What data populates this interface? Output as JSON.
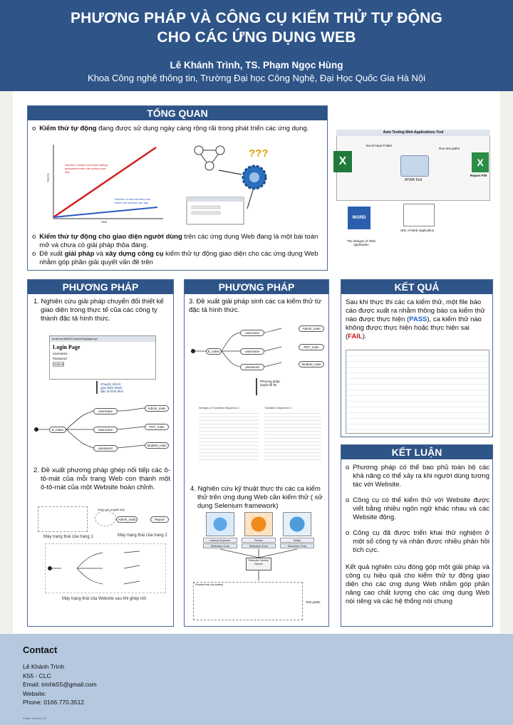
{
  "header": {
    "title_line1": "PHƯƠNG PHÁP VÀ CÔNG CỤ KIỂM THỬ TỰ ĐỘNG",
    "title_line2": "CHO CÁC ỨNG DỤNG WEB",
    "authors": "Lê Khánh Trình, TS. Phạm Ngọc Hùng",
    "affiliation": "Khoa Công nghệ thông tin, Trường Đại học Công Nghệ, Đại Học Quốc Gia Hà Nội"
  },
  "overview": {
    "heading": "TỔNG QUAN",
    "bullet1_bold": "Kiểm thử tự động",
    "bullet1_rest": " đang được sử dụng ngày càng rộng rãi trong phát triển các ứng dụng.",
    "bullet2_bold": "Kiểm thử tự động cho giao diện người dùng",
    "bullet2_rest": " trên các ứng dụng Web đang là một bài toán mở và chưa có giải pháp thỏa đáng.",
    "bullet3_pre": "Đề xuất ",
    "bullet3_b1": "giải pháp",
    "bullet3_mid": " và ",
    "bullet3_b2": "xây dựng công cụ",
    "bullet3_rest": " kiểm thử tự động giao diện cho các ứng dụng Web nhằm góp phần giải quyết vấn đề trên",
    "fig_left": {
      "y_label": "TESTS",
      "x_label": "TIME",
      "red_note": "Number of tests one tester writing automated tests can perform per day",
      "blue_note": "Number of manual tests one tester can perform per day"
    },
    "fig_mid": {
      "qmarks": "???"
    },
    "fig_right": {
      "title": "Auto Testing Web Applications Tool",
      "excel_label": "Excel Input Folder",
      "tool_label": "ATWA Tool",
      "run_label": "Run test paths",
      "report_label": "Report File",
      "designs_label": "The designs of Web application",
      "url_label": "URL of Web Application",
      "word_label": "WORD"
    }
  },
  "method1": {
    "heading": "PHƯƠNG PHÁP",
    "item1": "1. Nghiên cứu giải pháp chuyển đổi thiết kế giao diện trong thực tế của các công ty thành đặc tả hình thức.",
    "login_url": "localhost:8080/ContactHrngAgency/",
    "login_title": "Login Page",
    "login_user": "Username",
    "login_pass": "Password",
    "login_submit": "Submit",
    "convert_note": "Chuyển đổi từ giao diện thành đặc tả hình thức",
    "item2": "2. Đề xuất phương pháp ghép nối tiếp các ô-tô-mát của mỗi trang Web con thành một ô-tô-mát của một Website hoàn chỉnh.",
    "cap_page1": "Máy trạng thái của trang 1",
    "cap_page2": "Máy trạng thái của trang 2",
    "cap_join": "Máy trạng thái của Website sau khi ghép nối",
    "join_note": "Ghép nối chuyển tiếp",
    "report_node": "Report"
  },
  "method2": {
    "heading": "PHƯƠNG PHÁP",
    "item3": "3. Đề xuất giải pháp sinh các ca kiểm thử từ đặc tả hình thức.",
    "gen_note": "Phương pháp duyệt đồ thị",
    "seq_label_a": "Sentaps of Transition Sequence 1",
    "seq_label_b": "Transition Sequence 2",
    "item4": "4. Nghiên cứu kỹ thuật thực thi các ca kiểm thử trên ứng dụng Web cần kiểm thử ( sử dụng Selenium framework)",
    "browser_ie": "Internet Explorer",
    "browser_ff": "Firefox",
    "browser_sf": "Safari",
    "selenium_core": "Selenium Core",
    "remote_server": "Remote Control Server",
    "test_paths": "Test paths",
    "routine": "Routine test (by states)"
  },
  "result": {
    "heading": "KẾT QUẢ",
    "text_pre": "Sau khi thực thi các ca kiểm thử, một file báo cáo được xuất ra nhằm thông báo ca kiểm thử nào được thực hiện (",
    "pass": "PASS",
    "text_mid": "), ca kiểm thử nào không được thực hiện hoặc thực hiện sai (",
    "fail": "FAIL",
    "text_end": ")."
  },
  "conclusion": {
    "heading": "KẾT LUẬN",
    "b1": "Phương pháp có thể bao phủ toàn bộ các khả năng có thể xảy ra khi người dùng tương tác với Website.",
    "b2": "Công cụ có thể kiểm thử với Website được viết bằng nhiều ngôn ngữ khác nhau và các Website động.",
    "b3": "Công cụ đã được triển khai thử nghiệm ở một số công ty và nhận được nhiều phản hồi tích cực.",
    "summary": "Kết quả nghiên cứu đóng góp một giải pháp và công cụ hiệu quả cho kiểm thử tự động giao diện cho các ứng dụng Web nhằm góp phần nâng cao chất lượng cho các ứng dụng Web nói riêng và các hệ thống nói chung"
  },
  "contact": {
    "heading": "Contact",
    "name": "Lê Khánh Trình",
    "class": "K55 - CLC",
    "email": "Email: trinhk55@gmail.com",
    "website": "Website:",
    "phone": "Phone: 0166.770.3512",
    "footer_note": "Poster Version 1.0"
  }
}
